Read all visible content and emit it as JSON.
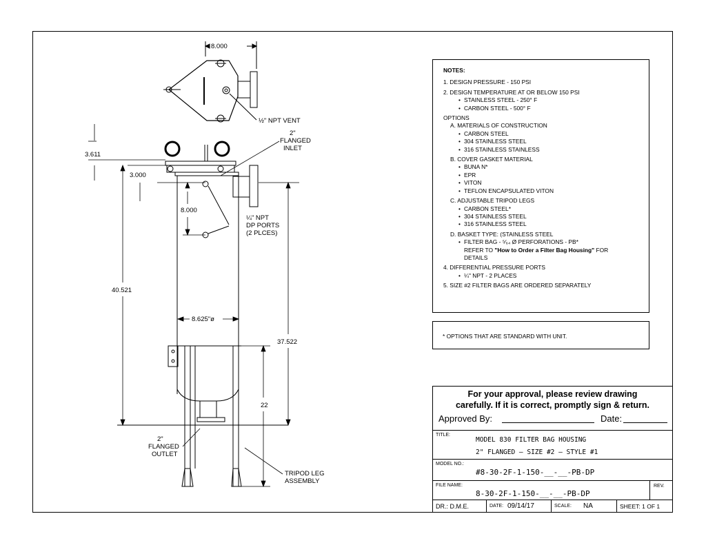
{
  "drawing": {
    "dims": {
      "top_width": "8.000",
      "height_3611": "3.611",
      "height_3000": "3.000",
      "dp_spacing": "8.000",
      "overall": "40.521",
      "diameter": "8.625\"ø",
      "inlet_to_bottom": "37.522",
      "leg_height": "22"
    },
    "callouts": {
      "vent": "½\" NPT VENT",
      "inlet_1": "2\"",
      "inlet_2": "FLANGED",
      "inlet_3": "INLET",
      "dp_1": "¼\" NPT",
      "dp_2": "DP PORTS",
      "dp_3": "(2 PLCES)",
      "outlet_1": "2\"",
      "outlet_2": "FLANGED",
      "outlet_3": "OUTLET",
      "tripod_1": "TRIPOD LEG",
      "tripod_2": "ASSEMBLY"
    }
  },
  "notes": {
    "heading": "NOTES:",
    "n1": "1.  DESIGN PRESSURE - 150 PSI",
    "n2": "2.  DESIGN TEMPERATURE AT OR BELOW 150 PSI",
    "n2a": "STAINLESS STEEL - 250° F",
    "n2b": "CARBON STEEL - 500° F",
    "options": "OPTIONS",
    "a": "A.  MATERIALS OF CONSTRUCTION",
    "a1": "CARBON STEEL",
    "a2": "304 STAINLESS STEEL",
    "a3": "316 STAINLESS STAINLESS",
    "b": "B.  COVER GASKET MATERIAL",
    "b1": "BUNA N*",
    "b2": "EPR",
    "b3": "VITON",
    "b4": "TEFLON ENCAPSULATED VITON",
    "c": "C.  ADJUSTABLE TRIPOD LEGS",
    "c1": "CARBON STEEL*",
    "c2": "304 STAINLESS STEEL",
    "c3": "316 STAINLESS STEEL",
    "d": "D.  BASKET TYPE: (STAINLESS STEEL",
    "d1": "FILTER BAG - ⁵⁄₆₄ Ø PERFORATIONS - PB*",
    "d1b_pre": "REFER TO ",
    "d1b_bold": "\"How to Order a Filter Bag Housing\"",
    "d1b_post": " FOR",
    "d1c": "DETAILS",
    "n4": "4.  DIFFERENTIAL PRESSURE PORTS",
    "n4a": "¼\" NPT - 2 PLACES",
    "n5": "5.  SIZE #2 FILTER BAGS ARE ORDERED SEPARATELY"
  },
  "standard_note": "*    OPTIONS THAT ARE STANDARD WITH UNIT.",
  "title_block": {
    "approval_1": "For  your approval, please review drawing",
    "approval_2": "carefully.  If it is correct, promptly sign & return.",
    "approved_by": "Approved  By:",
    "date_label": "Date:",
    "title_label": "TITLE:",
    "title_1": "MODEL 830 FILTER BAG HOUSING",
    "title_2": "2\" FLANGED – SIZE #2 – STYLE #1",
    "model_label": "MODEL NO.:",
    "model_value": "#8-30-2F-1-150-__-__-PB-DP",
    "file_label": "FILE NAME:",
    "file_value": "8-30-2F-1-150-__-__-PB-DP",
    "rev_label": "REV.",
    "dr": "DR.:  D.M.E.",
    "date_small": "DATE:",
    "date_value": "09/14/17",
    "scale_small": "SCALE:",
    "scale_value": "NA",
    "sheet": "SHEET: 1  OF 1"
  }
}
